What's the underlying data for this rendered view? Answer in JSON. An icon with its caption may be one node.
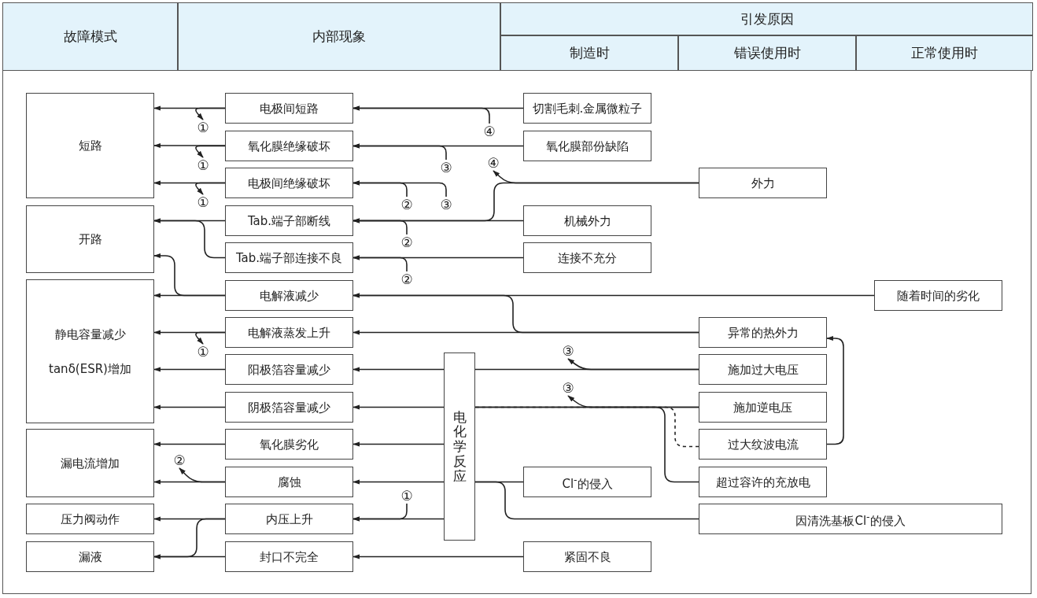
{
  "diagram": {
    "nodes": [
      {
        "text": [
          "短路"
        ]
      },
      {
        "text": [
          "开路"
        ]
      },
      {
        "text": [
          "静电容量减少",
          "tanδ(ESR)增加"
        ]
      },
      {
        "text": [
          "漏电流增加"
        ]
      },
      {
        "text": [
          "压力阀动作"
        ]
      },
      {
        "text": [
          "漏液"
        ]
      },
      {
        "text": [
          "电极间短路"
        ]
      },
      {
        "text": [
          "氧化膜绝缘破坏"
        ]
      },
      {
        "text": [
          "电极间绝缘破坏"
        ]
      },
      {
        "text": [
          "Tab.端子部断线"
        ]
      },
      {
        "text": [
          "Tab.端子部连接不良"
        ]
      },
      {
        "text": [
          "电解液减少"
        ]
      },
      {
        "text": [
          "电解液蒸发上升"
        ]
      },
      {
        "text": [
          "阳极箔容量减少"
        ]
      },
      {
        "text": [
          "阴极箔容量减少"
        ]
      },
      {
        "text": [
          "氧化膜劣化"
        ]
      },
      {
        "text": [
          "腐蚀"
        ]
      },
      {
        "text": [
          "内压上升"
        ]
      },
      {
        "text": [
          "封口不完全"
        ]
      },
      {
        "text": [
          "电化学反应"
        ]
      },
      {
        "text": [
          "切割毛刺.金属微粒子"
        ]
      },
      {
        "text": [
          "氧化膜部份缺陷"
        ]
      },
      {
        "text": [
          "机械外力"
        ]
      },
      {
        "text": [
          "连接不充分"
        ]
      },
      {
        "text": [
          "Cl$^{-}$的侵入"
        ]
      },
      {
        "text": [
          "紧固不良"
        ]
      },
      {
        "text": [
          "外力"
        ]
      },
      {
        "text": [
          "异常的热外力"
        ]
      },
      {
        "text": [
          "施加过大电压"
        ]
      },
      {
        "text": [
          "施加逆电压"
        ]
      },
      {
        "text": [
          "过大纹波电流"
        ]
      },
      {
        "text": [
          "超过容许的充放电"
        ]
      },
      {
        "text": [
          "随着时间的劣化"
        ]
      },
      {
        "text": [
          "因清洗基板Cl$^{-}$的侵入"
        ]
      },
      {
        "text": [
          "①"
        ]
      },
      {
        "text": [
          "④"
        ]
      },
      {
        "text": [
          "①"
        ]
      },
      {
        "text": [
          "③"
        ]
      },
      {
        "text": [
          "④"
        ]
      },
      {
        "text": [
          "①"
        ]
      },
      {
        "text": [
          "②"
        ]
      },
      {
        "text": [
          "③"
        ]
      },
      {
        "text": [
          "②"
        ]
      },
      {
        "text": [
          "②"
        ]
      },
      {
        "text": [
          "①"
        ]
      },
      {
        "text": [
          "③"
        ]
      },
      {
        "text": [
          "③"
        ]
      },
      {
        "text": [
          "②"
        ]
      },
      {
        "text": [
          "①"
        ]
      }
    ],
    "edges": [
      {
        "from": 6,
        "to": 0,
        "arrow": "to"
      },
      {
        "from": 7,
        "to": 0,
        "arrow": "to"
      },
      {
        "from": 8,
        "to": 0,
        "arrow": "to"
      },
      {
        "from": 9,
        "to": 1,
        "arrow": "to"
      },
      {
        "from": 10,
        "to": 1,
        "arrow": "to"
      },
      {
        "from": 11,
        "to": 1,
        "arrow": "to"
      },
      {
        "from": 11,
        "to": 2,
        "arrow": "to"
      },
      {
        "from": 12,
        "to": 2,
        "arrow": "to"
      },
      {
        "from": 13,
        "to": 2,
        "arrow": "to"
      },
      {
        "from": 14,
        "to": 2,
        "arrow": "to"
      },
      {
        "from": 15,
        "to": 3,
        "arrow": "to"
      },
      {
        "from": 16,
        "to": 3,
        "arrow": "to"
      },
      {
        "from": 17,
        "to": 4,
        "arrow": "to"
      },
      {
        "from": 17,
        "to": 5,
        "arrow": "to"
      },
      {
        "from": 18,
        "to": 5,
        "arrow": "to"
      },
      {
        "from": 20,
        "to": 6,
        "arrow": "to"
      },
      {
        "from": 21,
        "to": 7,
        "arrow": "to"
      },
      {
        "from": 41,
        "to": 8,
        "arrow": "to"
      },
      {
        "from": 22,
        "to": 9,
        "arrow": "to"
      },
      {
        "from": 26,
        "to": 9,
        "arrow": "to"
      },
      {
        "from": 23,
        "to": 10,
        "arrow": "to"
      },
      {
        "from": 32,
        "to": 11,
        "arrow": "to"
      },
      {
        "from": 27,
        "to": 11,
        "arrow": "to"
      },
      {
        "from": 27,
        "to": 12,
        "arrow": "to"
      },
      {
        "from": 19,
        "to": 13,
        "arrow": "to"
      },
      {
        "from": 19,
        "to": 14,
        "arrow": "to"
      },
      {
        "from": 19,
        "to": 15,
        "arrow": "to"
      },
      {
        "from": 19,
        "to": 16,
        "arrow": "to"
      },
      {
        "from": 19,
        "to": 17,
        "arrow": "to"
      },
      {
        "from": 28,
        "to": 19,
        "arrow": "none"
      },
      {
        "from": 29,
        "to": 19,
        "arrow": "none"
      },
      {
        "from": 30,
        "to": 19,
        "arrow": "none",
        "style": "dashed"
      },
      {
        "from": 31,
        "to": 19,
        "arrow": "none"
      },
      {
        "from": 30,
        "to": 27,
        "arrow": "to"
      },
      {
        "from": 24,
        "to": 19,
        "arrow": "none"
      },
      {
        "from": 33,
        "to": 19,
        "arrow": "none"
      },
      {
        "from": 25,
        "to": 18,
        "arrow": "to"
      },
      {
        "from": 6,
        "to": 34,
        "arrow": "to"
      },
      {
        "from": 35,
        "to": 6,
        "arrow": "to"
      },
      {
        "from": 7,
        "to": 36,
        "arrow": "to"
      },
      {
        "from": 37,
        "to": 7,
        "arrow": "to"
      },
      {
        "from": 26,
        "to": 38,
        "arrow": "to"
      },
      {
        "from": 8,
        "to": 39,
        "arrow": "to"
      },
      {
        "from": 40,
        "to": 8,
        "arrow": "to"
      },
      {
        "from": 42,
        "to": 9,
        "arrow": "to"
      },
      {
        "from": 43,
        "to": 10,
        "arrow": "to"
      },
      {
        "from": 12,
        "to": 44,
        "arrow": "to"
      },
      {
        "from": 28,
        "to": 45,
        "arrow": "to"
      },
      {
        "from": 29,
        "to": 46,
        "arrow": "to"
      },
      {
        "from": 16,
        "to": 47,
        "arrow": "to"
      },
      {
        "from": 48,
        "to": 17,
        "arrow": "to"
      }
    ],
    "labels": [
      "故障模式",
      "内部现象",
      "引发原因",
      "制造时",
      "错误使用时",
      "正常使用时"
    ]
  }
}
